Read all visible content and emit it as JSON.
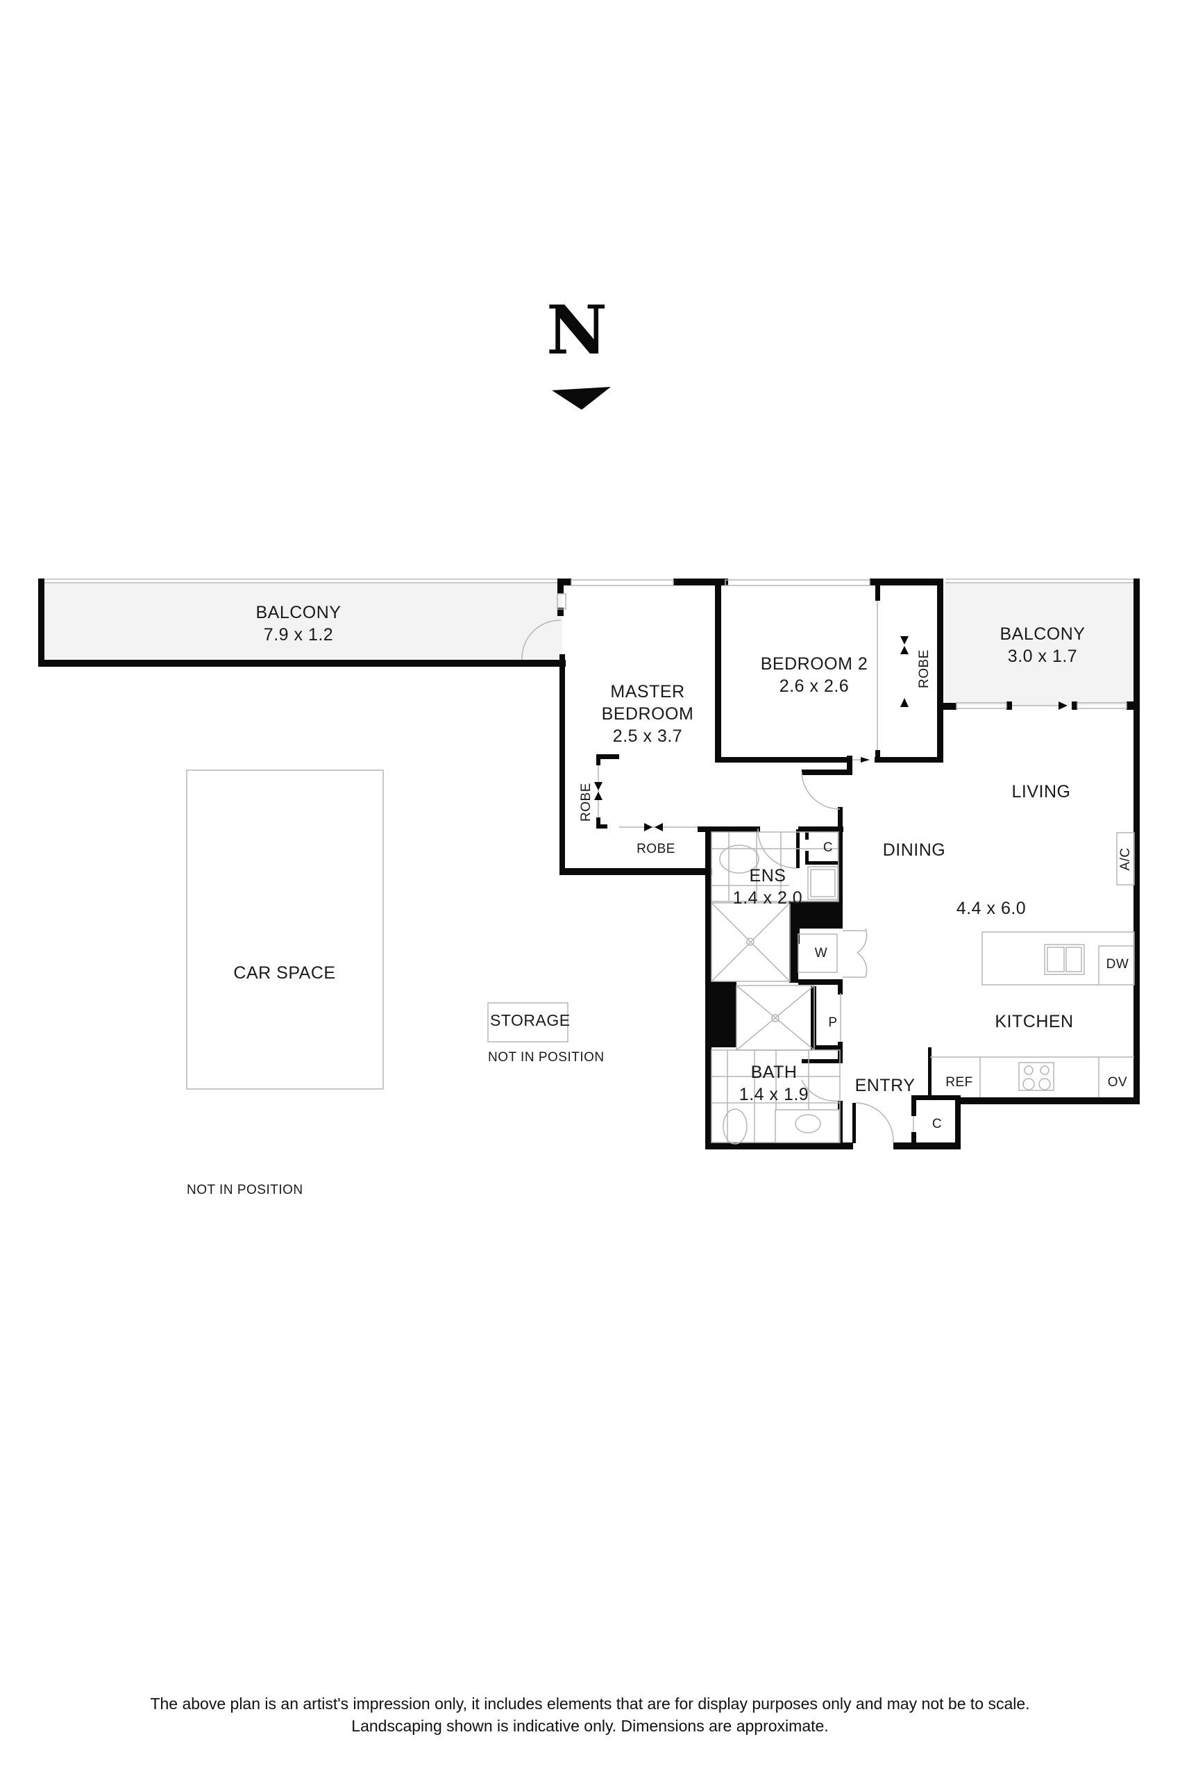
{
  "compass": {
    "letter": "N",
    "icon": "north-arrow-icon"
  },
  "rooms": {
    "balcony_west": {
      "name": "BALCONY",
      "dims": "7.9 x 1.2"
    },
    "master_bedroom": {
      "name_line1": "MASTER",
      "name_line2": "BEDROOM",
      "dims": "2.5 x 3.7"
    },
    "bedroom2": {
      "name": "BEDROOM 2",
      "dims": "2.6 x 2.6"
    },
    "balcony_east": {
      "name": "BALCONY",
      "dims": "3.0 x 1.7"
    },
    "living": {
      "name": "LIVING"
    },
    "dining": {
      "name": "DINING"
    },
    "living_dining_dims": "4.4 x 6.0",
    "kitchen": {
      "name": "KITCHEN"
    },
    "ensuite": {
      "name": "ENS",
      "dims": "1.4 x 2.0"
    },
    "bath": {
      "name": "BATH",
      "dims": "1.4 x 1.9"
    },
    "entry": {
      "name": "ENTRY"
    },
    "car_space": {
      "name": "CAR SPACE",
      "note": "NOT IN POSITION"
    },
    "storage": {
      "name": "STORAGE",
      "note": "NOT IN POSITION"
    }
  },
  "fixtures": {
    "robe_bed2": "ROBE",
    "robe_master_side": "ROBE",
    "robe_master_bottom": "ROBE",
    "ac": "A/C",
    "cupboard_ens": "C",
    "cupboard_entry": "C",
    "laundry": "W",
    "pantry": "P",
    "fridge": "REF",
    "dishwasher": "DW",
    "oven": "OV"
  },
  "colors": {
    "wall": "#0a0a0a",
    "balcony_fill": "#f3f3f3",
    "fixture_line": "#b5b5b5"
  },
  "footer": {
    "line1": "The above plan is an artist's impression only, it includes elements that are for display purposes only and may not be to scale.",
    "line2": "Landscaping shown is indicative only. Dimensions are approximate."
  }
}
